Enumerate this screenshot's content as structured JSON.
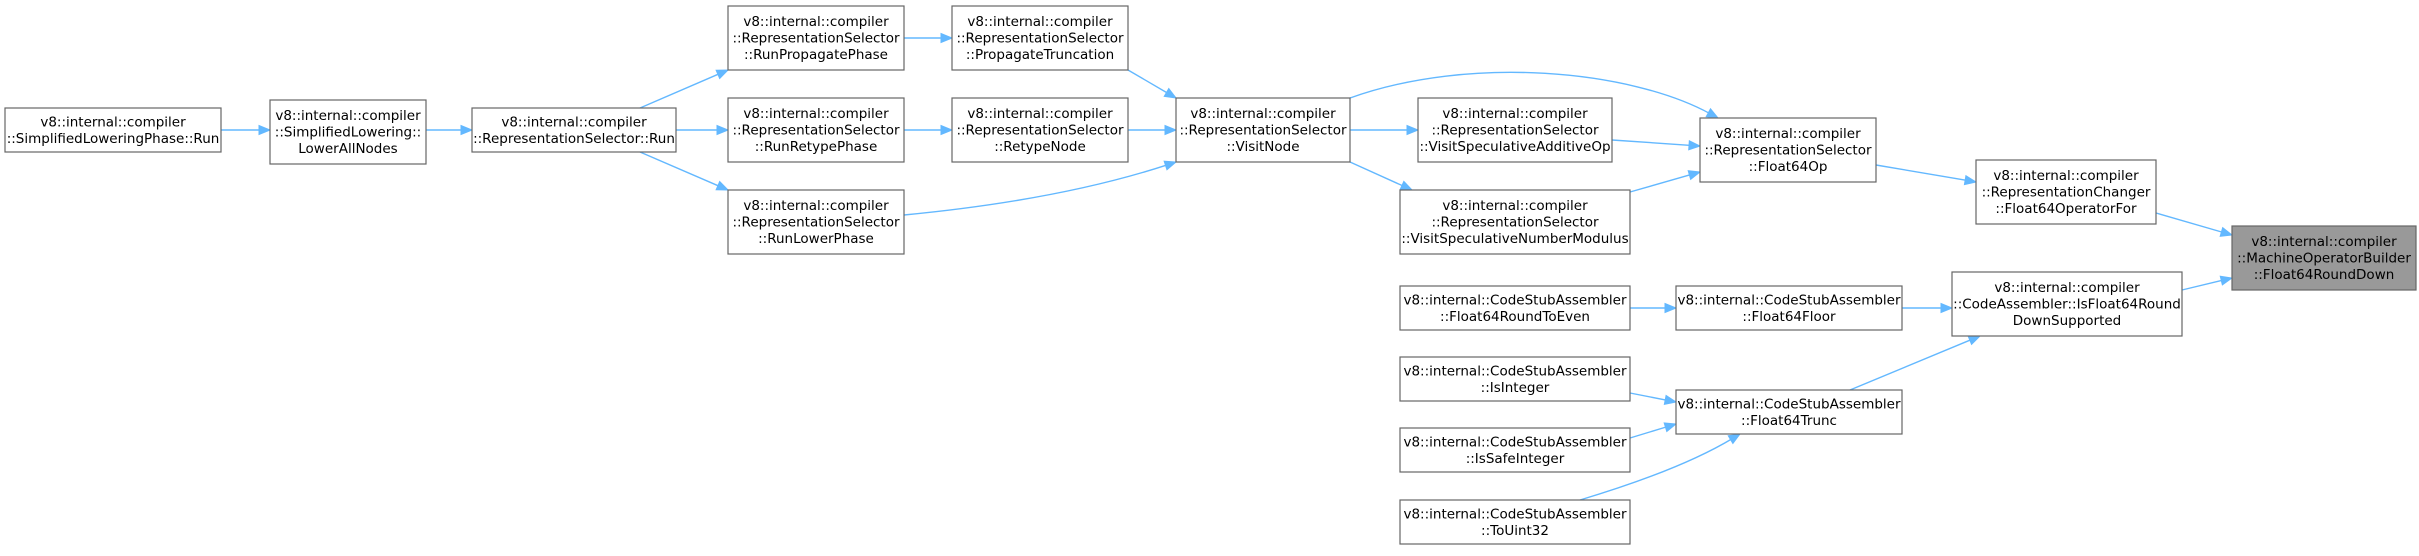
{
  "graph": {
    "colors": {
      "edge": "#63b8ff",
      "node_border": "#666666",
      "node_fill": "#ffffff",
      "focus_fill": "#999999"
    },
    "nodes": [
      {
        "id": "n1",
        "lines": [
          "v8::internal::compiler",
          "::SimplifiedLoweringPhase::Run"
        ]
      },
      {
        "id": "n2",
        "lines": [
          "v8::internal::compiler",
          "::SimplifiedLowering::",
          "LowerAllNodes"
        ]
      },
      {
        "id": "n3",
        "lines": [
          "v8::internal::compiler",
          "::RepresentationSelector::Run"
        ]
      },
      {
        "id": "n4",
        "lines": [
          "v8::internal::compiler",
          "::RepresentationSelector",
          "::RunPropagatePhase"
        ]
      },
      {
        "id": "n5",
        "lines": [
          "v8::internal::compiler",
          "::RepresentationSelector",
          "::RunRetypePhase"
        ]
      },
      {
        "id": "n6",
        "lines": [
          "v8::internal::compiler",
          "::RepresentationSelector",
          "::RunLowerPhase"
        ]
      },
      {
        "id": "n7",
        "lines": [
          "v8::internal::compiler",
          "::RepresentationSelector",
          "::PropagateTruncation"
        ]
      },
      {
        "id": "n8",
        "lines": [
          "v8::internal::compiler",
          "::RepresentationSelector",
          "::RetypeNode"
        ]
      },
      {
        "id": "n9",
        "lines": [
          "v8::internal::compiler",
          "::RepresentationSelector",
          "::VisitNode"
        ]
      },
      {
        "id": "n10",
        "lines": [
          "v8::internal::compiler",
          "::RepresentationSelector",
          "::VisitSpeculativeAdditiveOp"
        ]
      },
      {
        "id": "n11",
        "lines": [
          "v8::internal::compiler",
          "::RepresentationSelector",
          "::VisitSpeculativeNumberModulus"
        ]
      },
      {
        "id": "n12",
        "lines": [
          "v8::internal::compiler",
          "::RepresentationSelector",
          "::Float64Op"
        ]
      },
      {
        "id": "n13",
        "lines": [
          "v8::internal::compiler",
          "::RepresentationChanger",
          "::Float64OperatorFor"
        ]
      },
      {
        "id": "n14",
        "lines": [
          "v8::internal::CodeStubAssembler",
          "::Float64RoundToEven"
        ]
      },
      {
        "id": "n15",
        "lines": [
          "v8::internal::CodeStubAssembler",
          "::Float64Floor"
        ]
      },
      {
        "id": "n16",
        "lines": [
          "v8::internal::CodeStubAssembler",
          "::IsInteger"
        ]
      },
      {
        "id": "n17",
        "lines": [
          "v8::internal::CodeStubAssembler",
          "::IsSafeInteger"
        ]
      },
      {
        "id": "n18",
        "lines": [
          "v8::internal::CodeStubAssembler",
          "::ToUint32"
        ]
      },
      {
        "id": "n19",
        "lines": [
          "v8::internal::CodeStubAssembler",
          "::Float64Trunc"
        ]
      },
      {
        "id": "n20",
        "lines": [
          "v8::internal::compiler",
          "::CodeAssembler::IsFloat64Round",
          "DownSupported"
        ]
      },
      {
        "id": "n21",
        "lines": [
          "v8::internal::compiler",
          "::MachineOperatorBuilder",
          "::Float64RoundDown"
        ],
        "focus": true
      }
    ],
    "edges": [
      {
        "from": "n1",
        "to": "n2"
      },
      {
        "from": "n2",
        "to": "n3"
      },
      {
        "from": "n3",
        "to": "n4"
      },
      {
        "from": "n3",
        "to": "n5"
      },
      {
        "from": "n3",
        "to": "n6"
      },
      {
        "from": "n4",
        "to": "n7"
      },
      {
        "from": "n5",
        "to": "n8"
      },
      {
        "from": "n7",
        "to": "n9"
      },
      {
        "from": "n8",
        "to": "n9"
      },
      {
        "from": "n6",
        "to": "n9"
      },
      {
        "from": "n9",
        "to": "n10"
      },
      {
        "from": "n9",
        "to": "n11"
      },
      {
        "from": "n9",
        "to": "n12"
      },
      {
        "from": "n10",
        "to": "n12"
      },
      {
        "from": "n11",
        "to": "n12"
      },
      {
        "from": "n12",
        "to": "n13"
      },
      {
        "from": "n13",
        "to": "n21"
      },
      {
        "from": "n14",
        "to": "n15"
      },
      {
        "from": "n15",
        "to": "n20"
      },
      {
        "from": "n16",
        "to": "n19"
      },
      {
        "from": "n17",
        "to": "n19"
      },
      {
        "from": "n18",
        "to": "n19"
      },
      {
        "from": "n19",
        "to": "n20"
      },
      {
        "from": "n20",
        "to": "n21"
      }
    ]
  }
}
